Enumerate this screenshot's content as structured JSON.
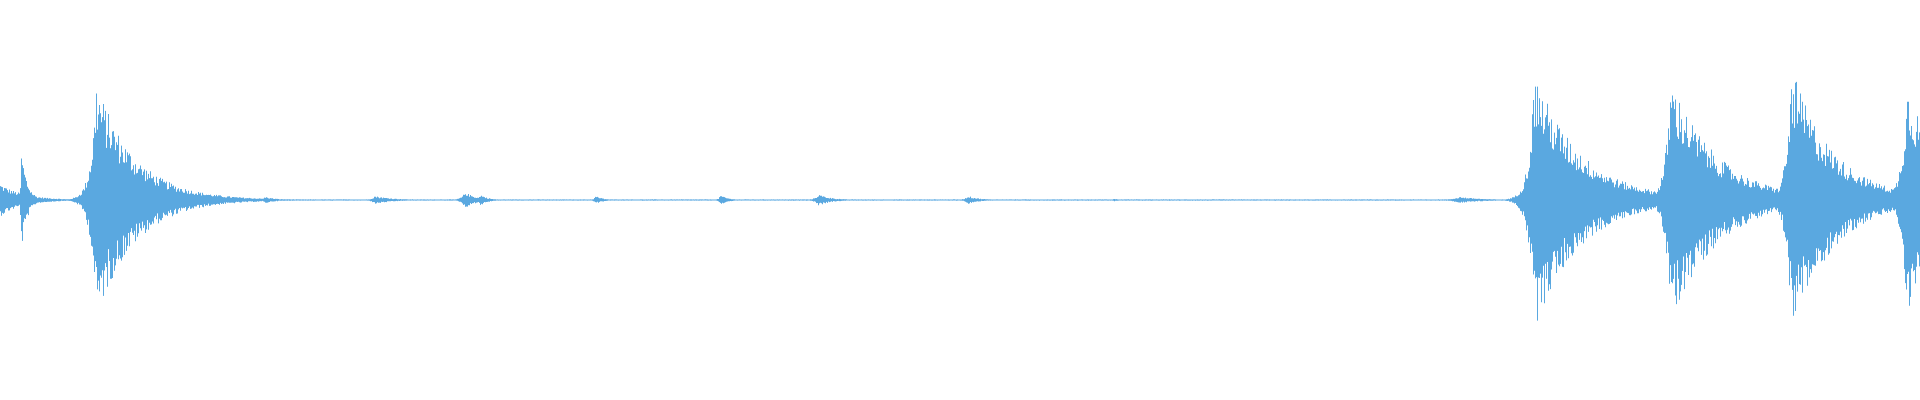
{
  "waveform": {
    "color": "#5aa8e0",
    "background": "#ffffff",
    "baseline_amplitude": 0.004,
    "events": [
      {
        "t": 0.0,
        "amplitude": 0.1,
        "decay": 0.012,
        "attack": 0.001
      },
      {
        "t": 0.011,
        "amplitude": 0.31,
        "decay": 0.003,
        "attack": 0.0005
      },
      {
        "t": 0.05,
        "amplitude": 0.72,
        "decay": 0.02,
        "attack": 0.003
      },
      {
        "t": 0.138,
        "amplitude": 0.02,
        "decay": 0.006,
        "attack": 0.002
      },
      {
        "t": 0.195,
        "amplitude": 0.025,
        "decay": 0.01,
        "attack": 0.002
      },
      {
        "t": 0.242,
        "amplitude": 0.05,
        "decay": 0.006,
        "attack": 0.002
      },
      {
        "t": 0.25,
        "amplitude": 0.035,
        "decay": 0.004,
        "attack": 0.001
      },
      {
        "t": 0.31,
        "amplitude": 0.025,
        "decay": 0.004,
        "attack": 0.001
      },
      {
        "t": 0.375,
        "amplitude": 0.03,
        "decay": 0.004,
        "attack": 0.001
      },
      {
        "t": 0.426,
        "amplitude": 0.035,
        "decay": 0.007,
        "attack": 0.002
      },
      {
        "t": 0.504,
        "amplitude": 0.025,
        "decay": 0.006,
        "attack": 0.002
      },
      {
        "t": 0.58,
        "amplitude": 0.008,
        "decay": 0.004,
        "attack": 0.001
      },
      {
        "t": 0.76,
        "amplitude": 0.02,
        "decay": 0.012,
        "attack": 0.004
      },
      {
        "t": 0.799,
        "amplitude": 0.78,
        "decay": 0.024,
        "attack": 0.003
      },
      {
        "t": 0.87,
        "amplitude": 0.74,
        "decay": 0.024,
        "attack": 0.003
      },
      {
        "t": 0.933,
        "amplitude": 0.8,
        "decay": 0.022,
        "attack": 0.003
      },
      {
        "t": 0.993,
        "amplitude": 0.7,
        "decay": 0.02,
        "attack": 0.003
      }
    ]
  }
}
